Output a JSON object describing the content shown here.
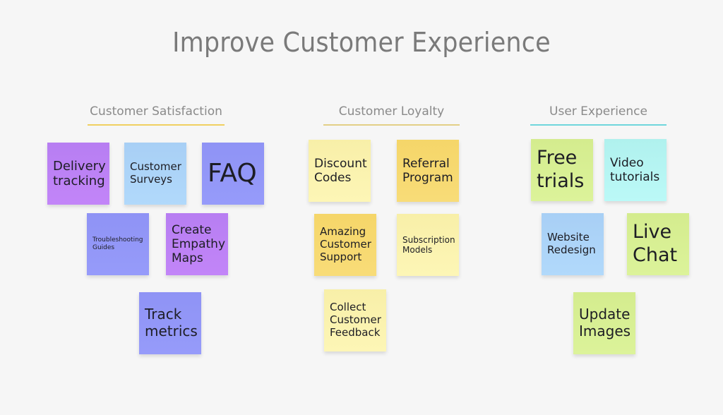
{
  "title": "Improve Customer Experience",
  "colors": {
    "background": "#f6f6f6",
    "satisfaction_underline": "#f0d060",
    "loyalty_underline": "#e3cf86",
    "ux_underline": "#6fd6dc"
  },
  "columns": [
    {
      "heading": "Customer Satisfaction",
      "notes": [
        {
          "text": "Delivery tracking",
          "color": "purple"
        },
        {
          "text": "Customer Surveys",
          "color": "lightblue"
        },
        {
          "text": "FAQ",
          "color": "indigo"
        },
        {
          "text": "Troubleshooting Guides",
          "color": "indigo"
        },
        {
          "text": "Create Empathy Maps",
          "color": "purple"
        },
        {
          "text": "Track metrics",
          "color": "indigo"
        }
      ]
    },
    {
      "heading": "Customer Loyalty",
      "notes": [
        {
          "text": "Discount Codes",
          "color": "lightyellow"
        },
        {
          "text": "Referral Program",
          "color": "gold"
        },
        {
          "text": "Amazing Customer Support",
          "color": "gold"
        },
        {
          "text": "Subscription Models",
          "color": "lightyellow"
        },
        {
          "text": "Collect Customer Feedback",
          "color": "lightyellow"
        }
      ]
    },
    {
      "heading": "User Experience",
      "notes": [
        {
          "text": "Free trials",
          "color": "lime"
        },
        {
          "text": "Video tutorials",
          "color": "cyan"
        },
        {
          "text": "Website Redesign",
          "color": "lightblue"
        },
        {
          "text": "Live Chat",
          "color": "lime"
        },
        {
          "text": "Update Images",
          "color": "lime"
        }
      ]
    }
  ]
}
